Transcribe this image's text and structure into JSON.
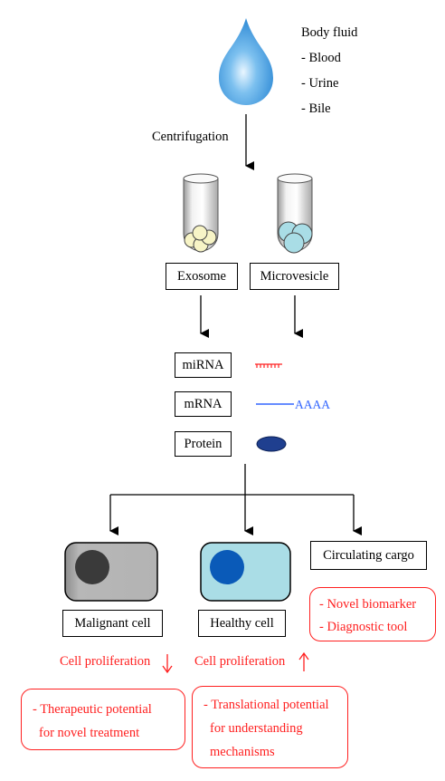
{
  "source": {
    "title": "Body fluid",
    "items": [
      "- Blood",
      "- Urine",
      "- Bile"
    ]
  },
  "process_label": "Centrifugation",
  "vesicles": {
    "exosome": "Exosome",
    "microvesicle": "Microvesicle"
  },
  "cargo": {
    "mirna": "miRNA",
    "mrna": "mRNA",
    "mrna_tail": "AAAA",
    "protein": "Protein"
  },
  "targets": {
    "malignant": "Malignant cell",
    "healthy": "Healthy cell",
    "circulating": "Circulating cargo"
  },
  "effects": {
    "malignant_effect": "Cell proliferation",
    "healthy_effect": "Cell proliferation"
  },
  "outcomes": {
    "circulating": [
      "- Novel biomarker",
      "- Diagnostic tool"
    ],
    "malignant": [
      "- Therapeutic potential",
      "for novel treatment"
    ],
    "healthy": [
      "- Translational potential",
      "for understanding",
      "mechanisms"
    ]
  },
  "colors": {
    "drop": "#2f8fd8",
    "exosome_fill": "#f7f4c6",
    "microvesicle_fill": "#a9dde6",
    "malignant_cell": "#b3b3b3",
    "malignant_nucleus": "#3a3a3a",
    "healthy_cell": "#aadde6",
    "healthy_nucleus": "#0a5ab8",
    "mirna": "#ff2020",
    "mrna": "#3366ff",
    "protein": "#1f3f8f",
    "outcome": "#ff2020"
  }
}
